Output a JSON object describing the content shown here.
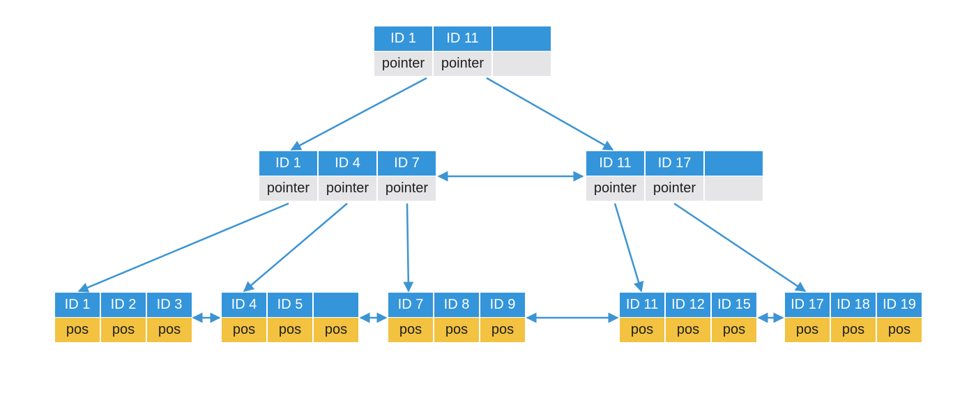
{
  "colors": {
    "key_bg": "#3495db",
    "pointer_bg": "#e5e5e7",
    "pos_bg": "#f2c240",
    "edge": "#3d94d3",
    "key_text": "#ffffff",
    "value_text": "#1e1e1e"
  },
  "root": {
    "keys": [
      "ID 1",
      "ID 11",
      ""
    ],
    "values": [
      "pointer",
      "pointer",
      ""
    ]
  },
  "internal": [
    {
      "keys": [
        "ID 1",
        "ID 4",
        "ID 7"
      ],
      "values": [
        "pointer",
        "pointer",
        "pointer"
      ]
    },
    {
      "keys": [
        "ID 11",
        "ID 17",
        ""
      ],
      "values": [
        "pointer",
        "pointer",
        ""
      ]
    }
  ],
  "leaves": [
    {
      "keys": [
        "ID 1",
        "ID 2",
        "ID 3"
      ],
      "values": [
        "pos",
        "pos",
        "pos"
      ]
    },
    {
      "keys": [
        "ID 4",
        "ID 5",
        ""
      ],
      "values": [
        "pos",
        "pos",
        "pos"
      ]
    },
    {
      "keys": [
        "ID 7",
        "ID 8",
        "ID 9"
      ],
      "values": [
        "pos",
        "pos",
        "pos"
      ]
    },
    {
      "keys": [
        "ID 11",
        "ID 12",
        "ID 15"
      ],
      "values": [
        "pos",
        "pos",
        "pos"
      ]
    },
    {
      "keys": [
        "ID 17",
        "ID 18",
        "ID 19"
      ],
      "values": [
        "pos",
        "pos",
        "pos"
      ]
    }
  ]
}
